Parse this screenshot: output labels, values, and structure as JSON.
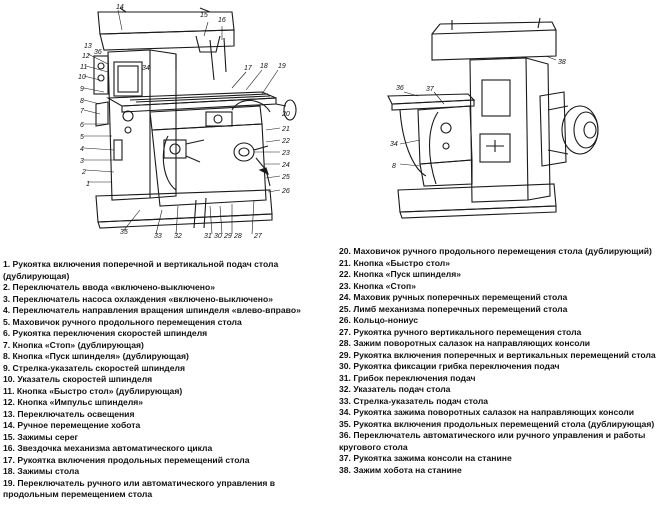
{
  "figure": {
    "left_callouts": [
      "14",
      "15",
      "16",
      "17",
      "18",
      "19",
      "1",
      "2",
      "3",
      "4",
      "5",
      "6",
      "7",
      "8",
      "9",
      "10",
      "11",
      "12",
      "13",
      "20",
      "21",
      "22",
      "23",
      "24",
      "25",
      "26",
      "27",
      "28",
      "29",
      "30",
      "31",
      "32",
      "33",
      "34",
      "35",
      "36"
    ],
    "right_callouts": [
      "37",
      "38",
      "34",
      "8",
      "36"
    ]
  },
  "legend_left": [
    "1. Рукоятка включения поперечной и вертикальной подач стола (дублирующая)",
    "2. Переключатель ввода «включено-выключено»",
    "3. Переключатель насоса охлаждения «включено-выключено»",
    "4. Переключатель направления вращения шпинделя «влево-вправо»",
    "5. Маховичок ручного продольного перемещения стола",
    "6. Рукоятка переключения скоростей шпинделя",
    "7. Кнопка «Стоп» (дублирующая)",
    "8. Кнопка «Пуск шпинделя» (дублирующая)",
    "9. Стрелка-указатель скоростей шпинделя",
    "10. Указатель скоростей шпинделя",
    "11. Кнопка «Быстро стол» (дублирующая)",
    "12. Кнопка «Импульс шпинделя»",
    "13. Переключатель освещения",
    "14. Ручное перемещение хобота",
    "15. Зажимы серег",
    "16. Звездочка механизма автоматического цикла",
    "17. Рукоятка включения продольных перемещений стола",
    "18. Зажимы стола",
    "19. Переключатель ручного или автоматического управления в продольным перемещением стола"
  ],
  "legend_right": [
    "20. Маховичок ручного продольного перемещения стола (дублирующий)",
    "21. Кнопка «Быстро стол»",
    "22. Кнопка «Пуск шпинделя»",
    "23. Кнопка «Стоп»",
    "24. Маховик ручных поперечных перемещений стола",
    "25. Лимб механизма поперечных перемещений стола",
    "26. Кольцо-нониус",
    "27. Рукоятка ручного вертикального перемещения стола",
    "28. Зажим поворотных салазок на направляющих консоли",
    "29. Рукоятка включения поперечных и вертикальных перемещений стола",
    "30. Рукоятка фиксации грибка переключения подач",
    "31. Грибок переключения подач",
    "32. Указатель подач стола",
    "33. Стрелка-указатель подач стола",
    "34. Рукоятка зажима поворотных салазок на направляющих консоли",
    "35. Рукоятка включения продольных перемещений стола (дублирующая)",
    "36. Переключатель автоматического или ручного управления и работы кругового стола",
    "37. Рукоятка зажима консоли на станине",
    "38. Зажим хобота на станине"
  ]
}
